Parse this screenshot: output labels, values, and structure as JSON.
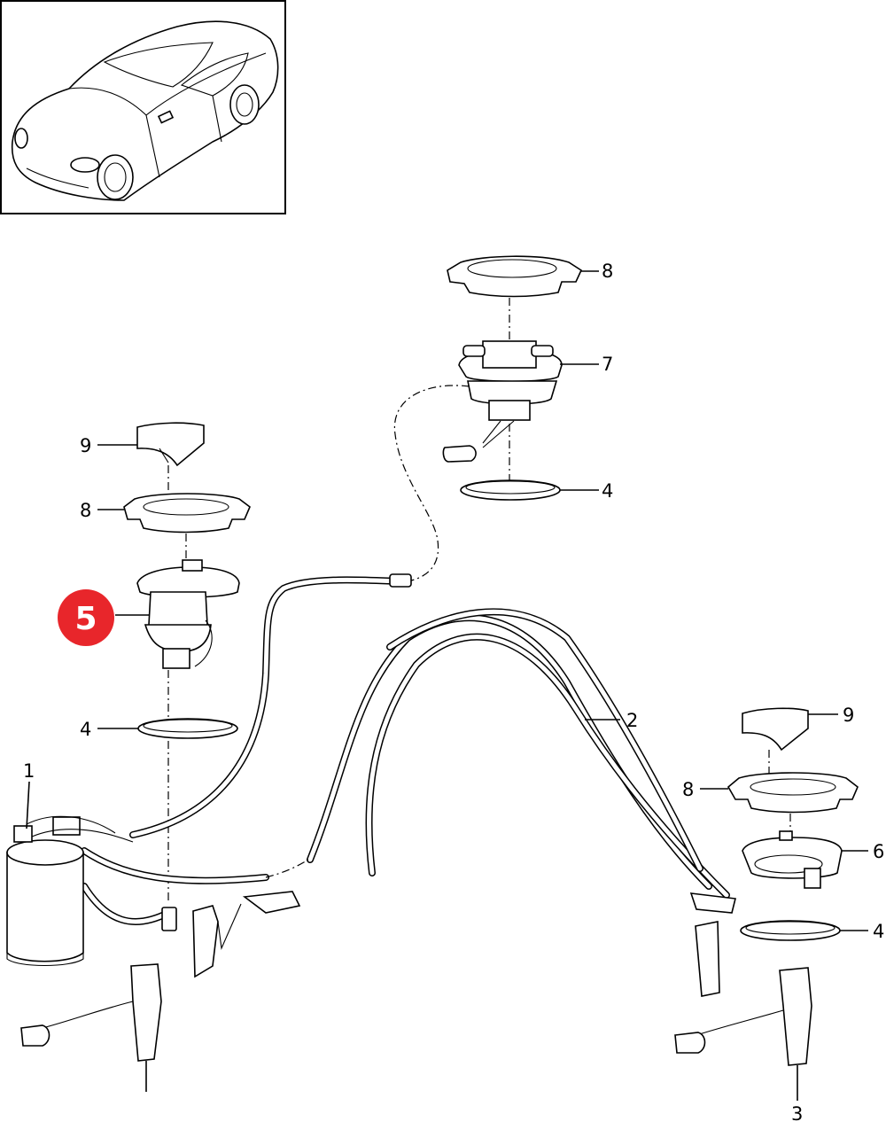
{
  "diagram": {
    "callouts": [
      {
        "id": "c8-top",
        "text": "8"
      },
      {
        "id": "c7",
        "text": "7"
      },
      {
        "id": "c4-top",
        "text": "4"
      },
      {
        "id": "c9-left",
        "text": "9"
      },
      {
        "id": "c8-left",
        "text": "8"
      },
      {
        "id": "c4-left",
        "text": "4"
      },
      {
        "id": "c1",
        "text": "1"
      },
      {
        "id": "c2",
        "text": "2"
      },
      {
        "id": "c9-right",
        "text": "9"
      },
      {
        "id": "c8-right",
        "text": "8"
      },
      {
        "id": "c6",
        "text": "6"
      },
      {
        "id": "c4-right",
        "text": "4"
      },
      {
        "id": "c3",
        "text": "3"
      }
    ],
    "highlight": {
      "text": "5",
      "color": "#e8262b"
    }
  }
}
